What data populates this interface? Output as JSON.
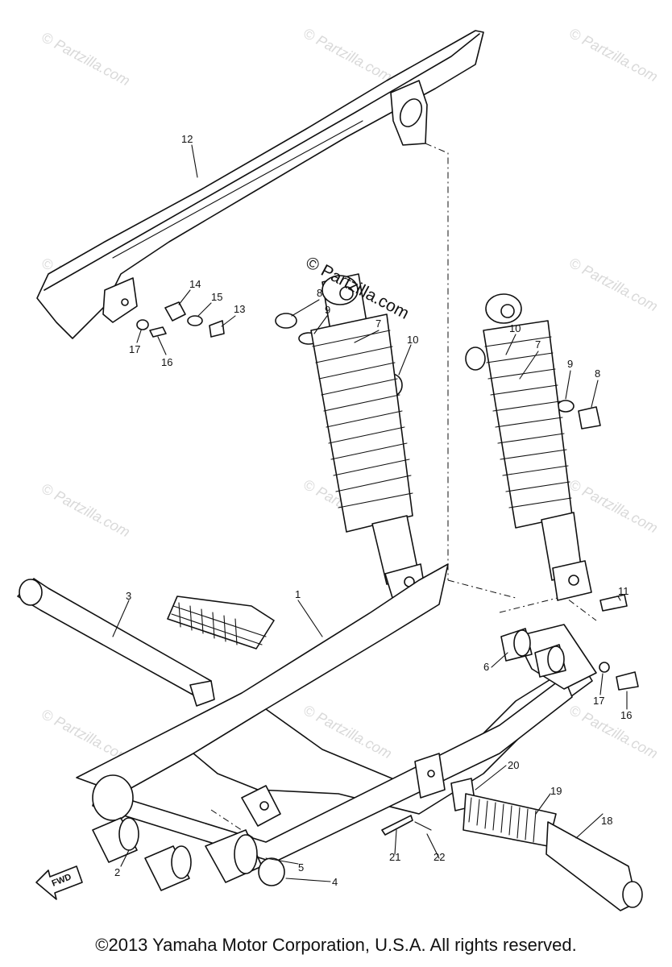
{
  "diagram": {
    "center_watermark": "© Partzilla.com",
    "bg_watermark": "© Partzilla.com",
    "fwd_label": "FWD",
    "copyright": "©2013  Yamaha Motor Corporation, U.S.A. All rights reserved.",
    "callouts": {
      "c1": "1",
      "c2": "2",
      "c3": "3",
      "c4": "4",
      "c5": "5",
      "c6": "6",
      "c7a": "7",
      "c7b": "7",
      "c8a": "8",
      "c8b": "8",
      "c9a": "9",
      "c9b": "9",
      "c10a": "10",
      "c10b": "10",
      "c11": "11",
      "c12": "12",
      "c13": "13",
      "c14": "14",
      "c15": "15",
      "c16a": "16",
      "c16b": "16",
      "c17a": "17",
      "c17b": "17",
      "c18": "18",
      "c19": "19",
      "c20": "20",
      "c21": "21",
      "c22": "22"
    }
  }
}
